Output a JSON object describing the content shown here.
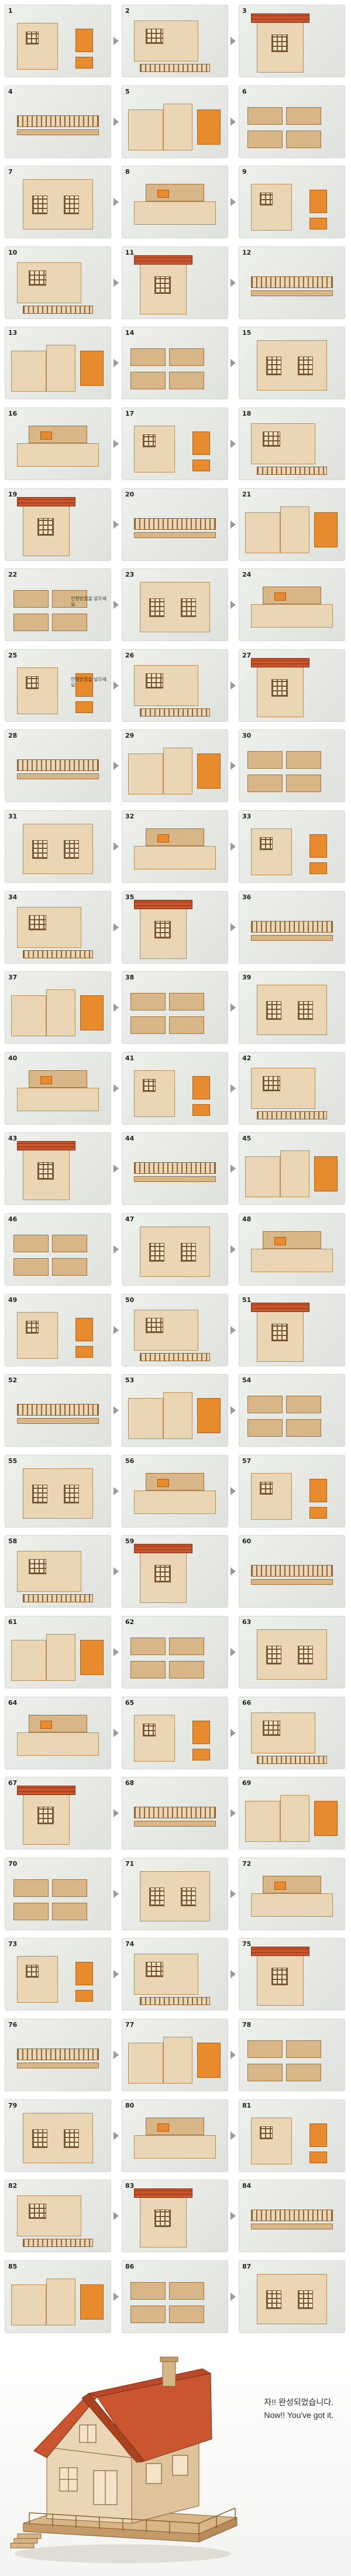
{
  "steps": [
    {
      "n": "1"
    },
    {
      "n": "2"
    },
    {
      "n": "3"
    },
    {
      "n": "4"
    },
    {
      "n": "5"
    },
    {
      "n": "6"
    },
    {
      "n": "7"
    },
    {
      "n": "8"
    },
    {
      "n": "9"
    },
    {
      "n": "10"
    },
    {
      "n": "11"
    },
    {
      "n": "12"
    },
    {
      "n": "13"
    },
    {
      "n": "14"
    },
    {
      "n": "15"
    },
    {
      "n": "16"
    },
    {
      "n": "17"
    },
    {
      "n": "18"
    },
    {
      "n": "19"
    },
    {
      "n": "20"
    },
    {
      "n": "21"
    },
    {
      "n": "22",
      "note": "인형받침을 넣으세요."
    },
    {
      "n": "23"
    },
    {
      "n": "24"
    },
    {
      "n": "25",
      "note": "인형받침을 넣으세요."
    },
    {
      "n": "26"
    },
    {
      "n": "27"
    },
    {
      "n": "28"
    },
    {
      "n": "29"
    },
    {
      "n": "30"
    },
    {
      "n": "31"
    },
    {
      "n": "32"
    },
    {
      "n": "33"
    },
    {
      "n": "34"
    },
    {
      "n": "35"
    },
    {
      "n": "36"
    },
    {
      "n": "37"
    },
    {
      "n": "38"
    },
    {
      "n": "39"
    },
    {
      "n": "40"
    },
    {
      "n": "41"
    },
    {
      "n": "42"
    },
    {
      "n": "43"
    },
    {
      "n": "44"
    },
    {
      "n": "45"
    },
    {
      "n": "46"
    },
    {
      "n": "47"
    },
    {
      "n": "48"
    },
    {
      "n": "49"
    },
    {
      "n": "50"
    },
    {
      "n": "51"
    },
    {
      "n": "52"
    },
    {
      "n": "53"
    },
    {
      "n": "54"
    },
    {
      "n": "55"
    },
    {
      "n": "56"
    },
    {
      "n": "57"
    },
    {
      "n": "58"
    },
    {
      "n": "59"
    },
    {
      "n": "60"
    },
    {
      "n": "61"
    },
    {
      "n": "62"
    },
    {
      "n": "63"
    },
    {
      "n": "64"
    },
    {
      "n": "65"
    },
    {
      "n": "66"
    },
    {
      "n": "67"
    },
    {
      "n": "68"
    },
    {
      "n": "69"
    },
    {
      "n": "70"
    },
    {
      "n": "71"
    },
    {
      "n": "72"
    },
    {
      "n": "73"
    },
    {
      "n": "74"
    },
    {
      "n": "75"
    },
    {
      "n": "76"
    },
    {
      "n": "77"
    },
    {
      "n": "78"
    },
    {
      "n": "79"
    },
    {
      "n": "80"
    },
    {
      "n": "81"
    },
    {
      "n": "82"
    },
    {
      "n": "83"
    },
    {
      "n": "84"
    },
    {
      "n": "85"
    },
    {
      "n": "86"
    },
    {
      "n": "87"
    }
  ],
  "final": {
    "caption_ko": "자!! 완성되었습니다.",
    "caption_en": "Now!! You've got it."
  },
  "colors": {
    "wood": "#ead5b4",
    "orange": "#e88a2e",
    "roof": "#c9562f",
    "panel": "#e6e8e3"
  }
}
